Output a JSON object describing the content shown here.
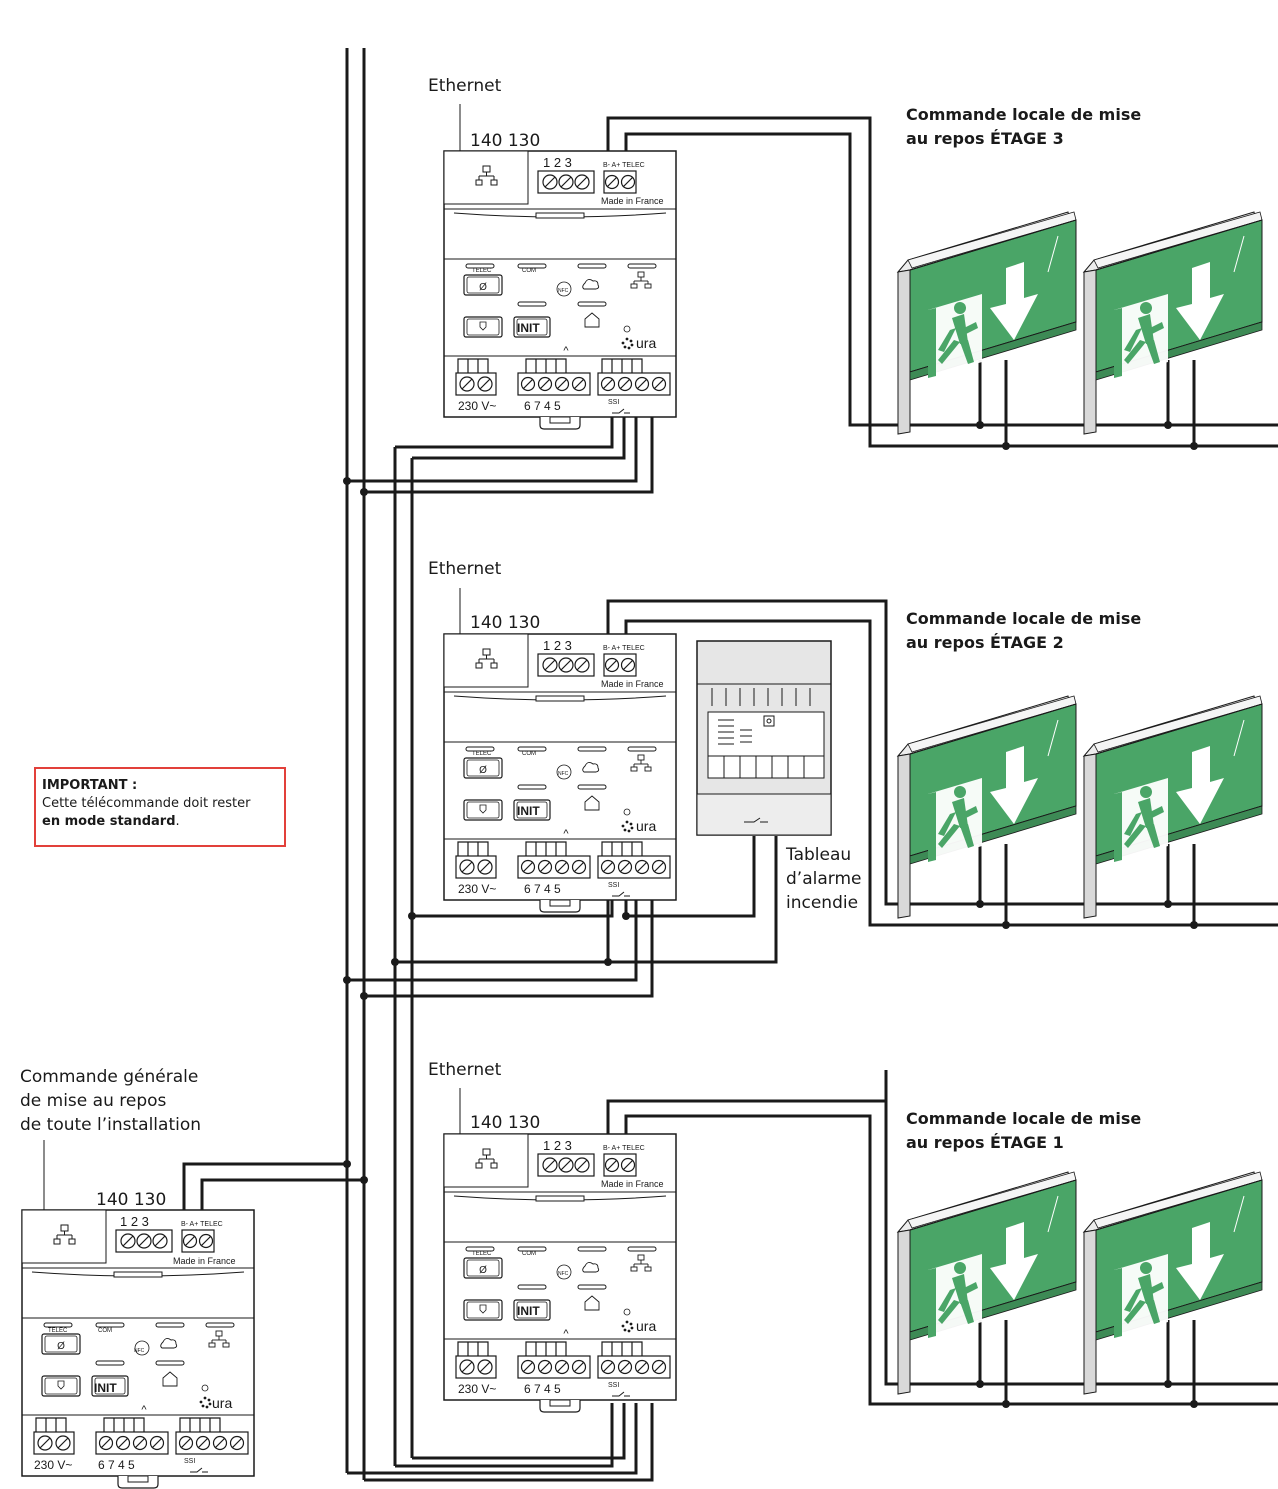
{
  "labels": {
    "ethernet": "Ethernet",
    "ref": "140 130",
    "terminals_top": "1 2 3",
    "telec_bus": "B- A+ TELEC",
    "made_in": "Made in France",
    "btn_telec": "TELEC",
    "led_com": "COM",
    "btn_init": "INIT",
    "nfc": "NFC",
    "brand": "ura",
    "power": "230 V~",
    "terminals_bottom": "6 7 4 5",
    "ssi": "SSI"
  },
  "floors": [
    {
      "title_line1": "Commande locale de mise",
      "title_line2": "au repos ÉTAGE 3"
    },
    {
      "title_line1": "Commande locale de mise",
      "title_line2": "au repos ÉTAGE 2"
    },
    {
      "title_line1": "Commande locale de mise",
      "title_line2": "au repos ÉTAGE 1"
    }
  ],
  "general": {
    "line1": "Commande générale",
    "line2": "de mise au repos",
    "line3": "de toute l’installation"
  },
  "fire_panel": {
    "line1": "Tableau",
    "line2": "d’alarme",
    "line3": "incendie"
  },
  "important": {
    "title": "IMPORTANT :",
    "text": "Cette télécommande doit rester",
    "emphasis": "en mode standard",
    "suffix": "."
  },
  "colors": {
    "sign_green": "#4aa567",
    "important_border": "#e2403a"
  }
}
